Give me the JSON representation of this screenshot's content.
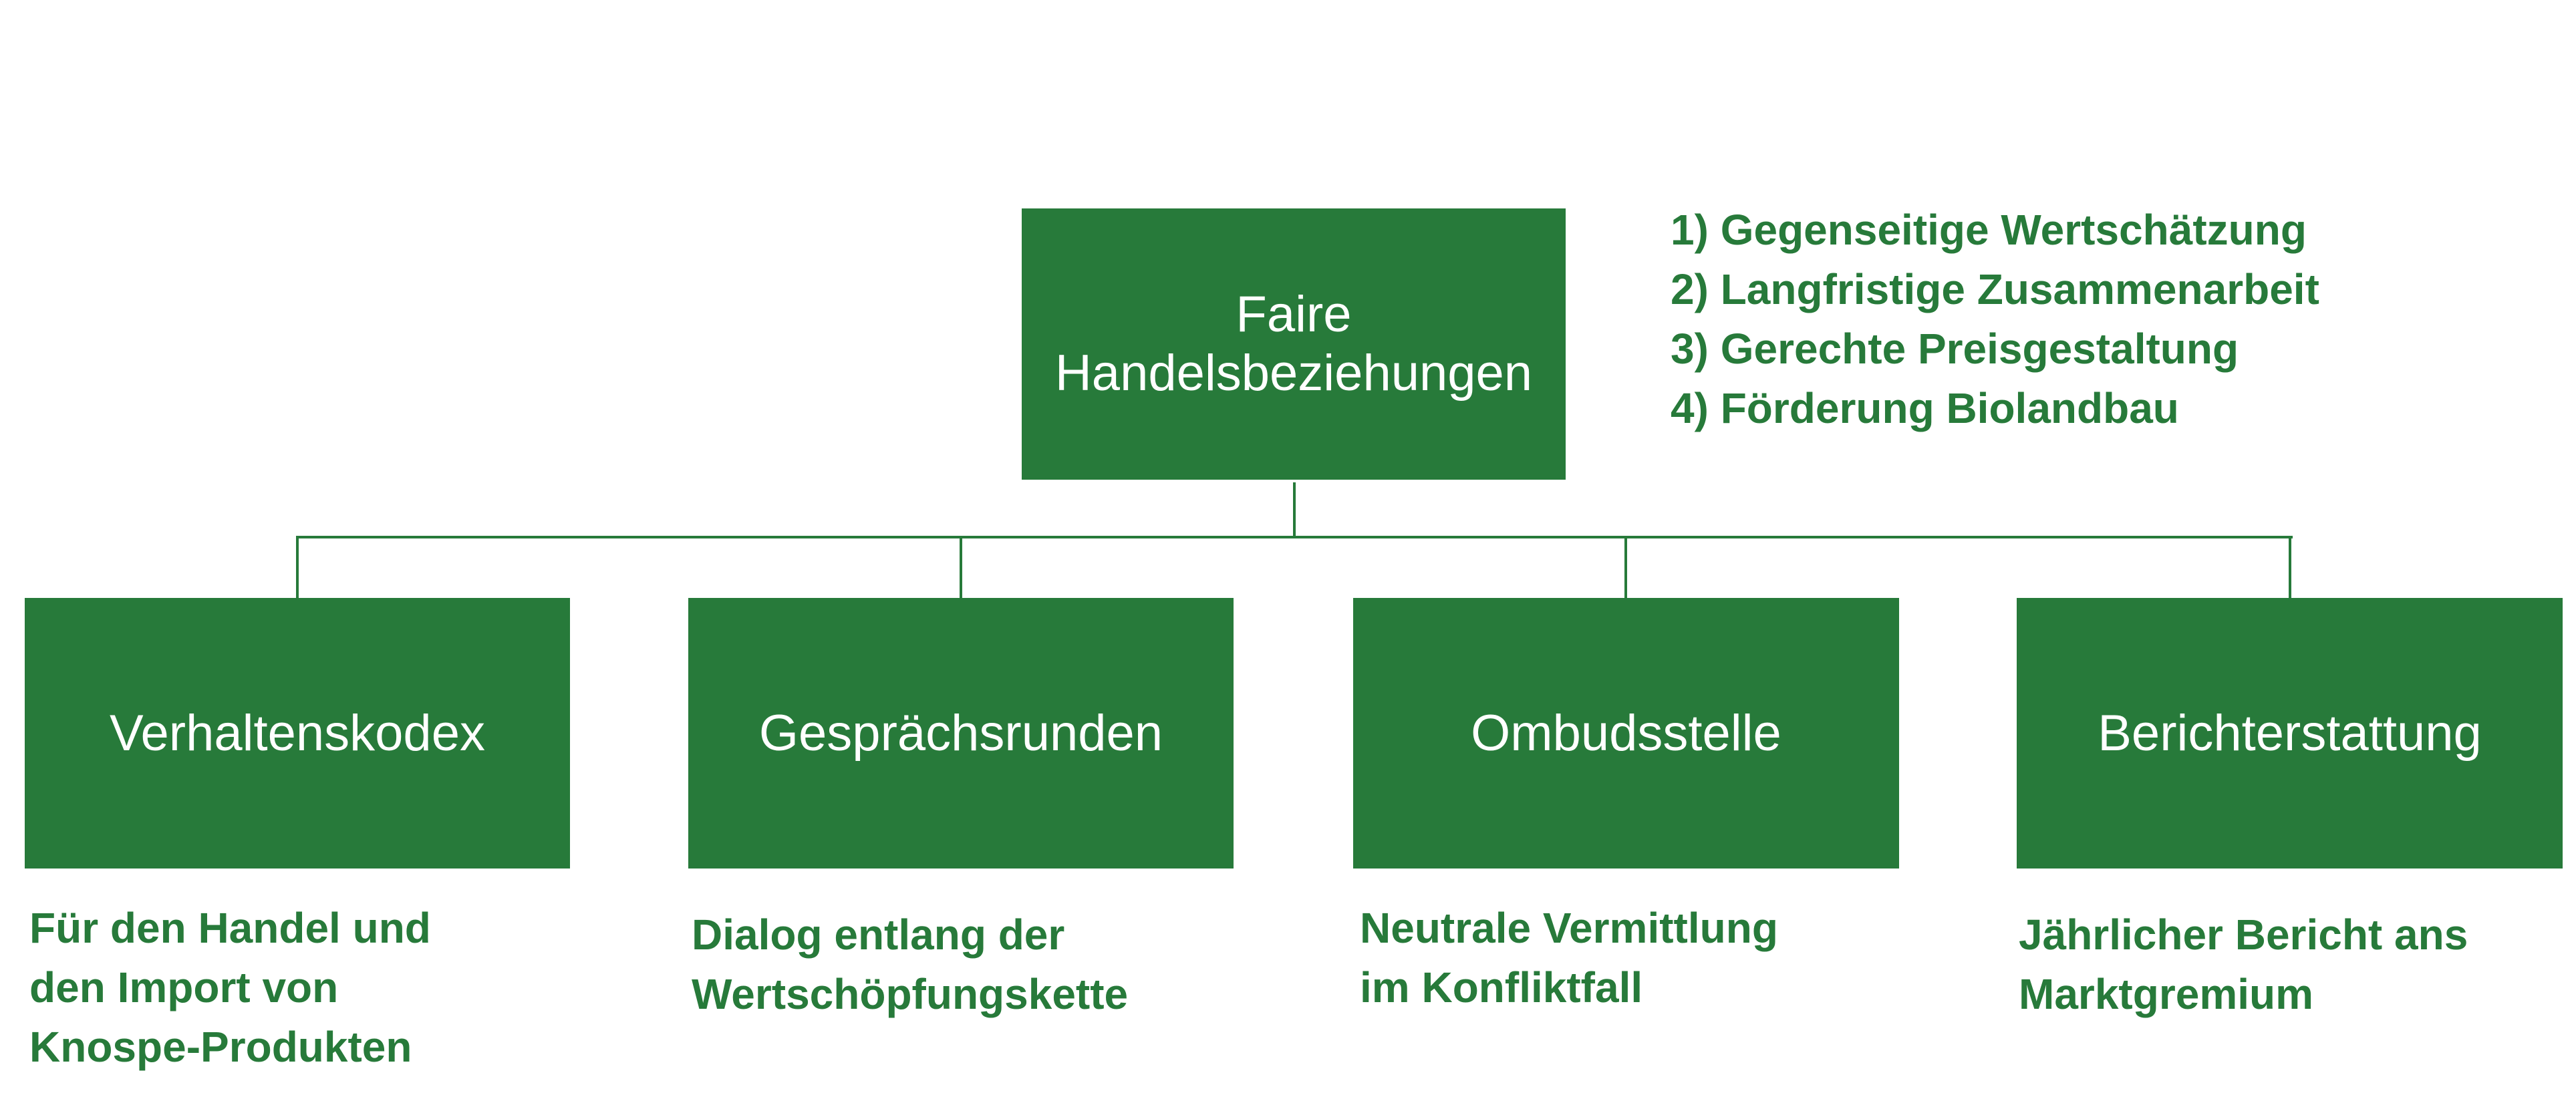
{
  "root": {
    "label_line1": "Faire",
    "label_line2": "Handelsbeziehungen"
  },
  "principles": [
    "1) Gegenseitige Wertschätzung",
    "2) Langfristige Zusammenarbeit",
    "3) Gerechte Preisgestaltung",
    "4) Förderung Biolandbau"
  ],
  "children": [
    {
      "label": "Verhaltenskodex",
      "desc_line1": "Für den Handel und",
      "desc_line2": "den Import von",
      "desc_line3": "Knospe-Produkten"
    },
    {
      "label": "Gesprächsrunden",
      "desc_line1": "Dialog entlang der",
      "desc_line2": "Wertschöpfungskette"
    },
    {
      "label": "Ombudsstelle",
      "desc_line1": "Neutrale Vermittlung",
      "desc_line2": "im Konfliktfall"
    },
    {
      "label": "Berichterstattung",
      "desc_line1": "Jährlicher Bericht ans",
      "desc_line2": "Marktgremium"
    }
  ],
  "colors": {
    "primary": "#277A3A"
  }
}
